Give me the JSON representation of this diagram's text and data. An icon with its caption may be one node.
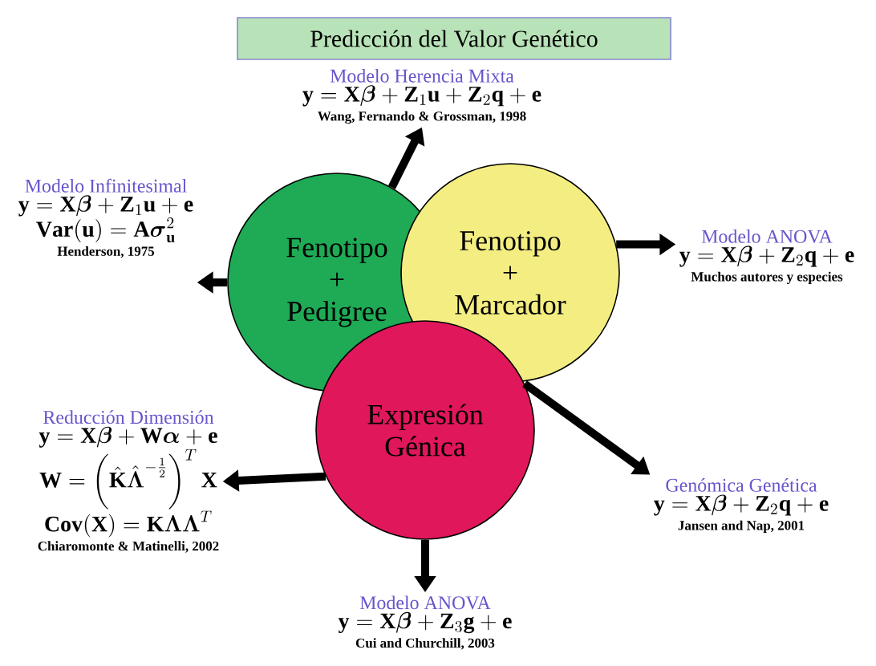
{
  "diagram": {
    "title": "Predicción del Valor Genético",
    "nodes": [
      {
        "text": [
          "Fenotipo + Pedigree"
        ]
      },
      {
        "text": [
          "Fenotipo + Marcador"
        ]
      },
      {
        "text": [
          "Expresión Génica"
        ]
      },
      {
        "text": [
          "Modelo Herencia Mixta",
          "\\mathbf{y}=\\mathbf{X}\\boldsymbol{\\beta}+\\mathbf{Z}_1\\mathbf{u}+\\mathbf{Z}_2\\mathbf{q}+\\mathbf{e}",
          "Wang, Fernando & Grossman, 1998"
        ]
      },
      {
        "text": [
          "Modelo Infinitesimal",
          "\\mathbf{y}=\\mathbf{X}\\boldsymbol{\\beta}+\\mathbf{Z}_1\\mathbf{u}+\\mathbf{e}",
          "\\mathbf{Var(u)}=\\mathbf{A}\\boldsymbol{\\sigma}^2_{\\mathbf{u}}",
          "Henderson, 1975"
        ]
      },
      {
        "text": [
          "Modelo ANOVA",
          "\\mathbf{y}=\\mathbf{X}\\boldsymbol{\\beta}+\\mathbf{Z}_2\\mathbf{q}+\\mathbf{e}",
          "Muchos autores y especies"
        ]
      },
      {
        "text": [
          "Reducción Dimensión",
          "\\mathbf{y}=\\mathbf{X}\\boldsymbol{\\beta}+\\mathbf{W}\\boldsymbol{\\alpha}+\\mathbf{e}",
          "\\mathbf{W}=\\left(\\hat{\\mathbf{K}}\\hat{\\boldsymbol{\\Lambda}}^{-\\frac{1}{2}}\\right)^{T}\\mathbf{X}",
          "\\mathbf{Cov(X)}=\\mathbf{K}\\boldsymbol{\\Lambda}\\boldsymbol{\\Lambda}^{T}",
          "Chiaromonte & Matinelli, 2002"
        ]
      },
      {
        "text": [
          "Genómica Genética",
          "\\mathbf{y}=\\mathbf{X}\\boldsymbol{\\beta}+\\mathbf{Z}_2\\mathbf{q}+\\mathbf{e}",
          "Jansen and Nap, 2001"
        ]
      },
      {
        "text": [
          "Modelo ANOVA",
          "\\mathbf{y}=\\mathbf{X}\\boldsymbol{\\beta}+\\mathbf{Z}_3\\mathbf{g}+\\mathbf{e}",
          "Cui and Churchill, 2003"
        ]
      }
    ],
    "edges": [
      {
        "from": 0,
        "to": 3,
        "arrow": "to"
      },
      {
        "from": 0,
        "to": 4,
        "arrow": "to"
      },
      {
        "from": 1,
        "to": 5,
        "arrow": "to"
      },
      {
        "from": 2,
        "to": 6,
        "arrow": "to"
      },
      {
        "from": 2,
        "to": 7,
        "arrow": "to"
      },
      {
        "from": 2,
        "to": 8,
        "arrow": "to"
      }
    ]
  }
}
